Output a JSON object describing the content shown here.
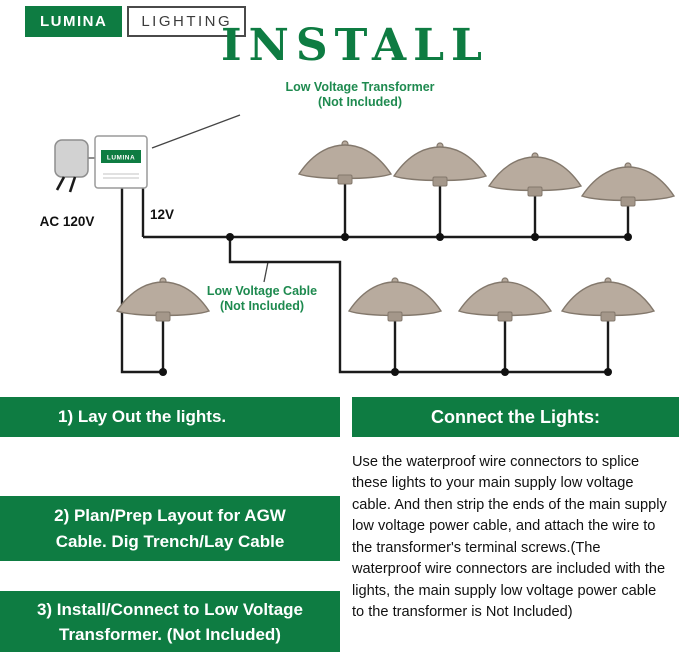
{
  "brand": {
    "lumina": "LUMINA",
    "lighting": "LIGHTING"
  },
  "title": "INSTALL",
  "diagram": {
    "transformer_label_line1": "Low Voltage Transformer",
    "transformer_label_line2": "(Not Included)",
    "cable_label_line1": "Low Voltage Cable",
    "cable_label_line2": "(Not Included)",
    "ac_label": "AC 120V",
    "voltage_label": "12V",
    "transformer_box_text": "LUMINA",
    "light_count": 8
  },
  "steps": [
    {
      "lines": [
        "1)   Lay Out the lights.",
        ""
      ]
    },
    {
      "lines": [
        "2)  Plan/Prep Layout for AGW",
        "Cable. Dig Trench/Lay Cable"
      ]
    },
    {
      "lines": [
        "3) Install/Connect to Low Voltage",
        "Transformer.  (Not Included)"
      ]
    }
  ],
  "connect_panel": {
    "title": "Connect the Lights:",
    "body": "Use the waterproof wire connectors to splice these lights to your main supply low voltage cable. And then strip the ends of the main supply low voltage power cable, and attach the wire to the transformer's terminal screws.(The waterproof wire connectors are included with the lights, the main supply low voltage power cable to the transformer is Not Included)"
  },
  "colors": {
    "green": "#0e7c42",
    "label_green": "#1e8a4f",
    "wire": "#1b1b1b",
    "cap": "#b8ab9e"
  }
}
